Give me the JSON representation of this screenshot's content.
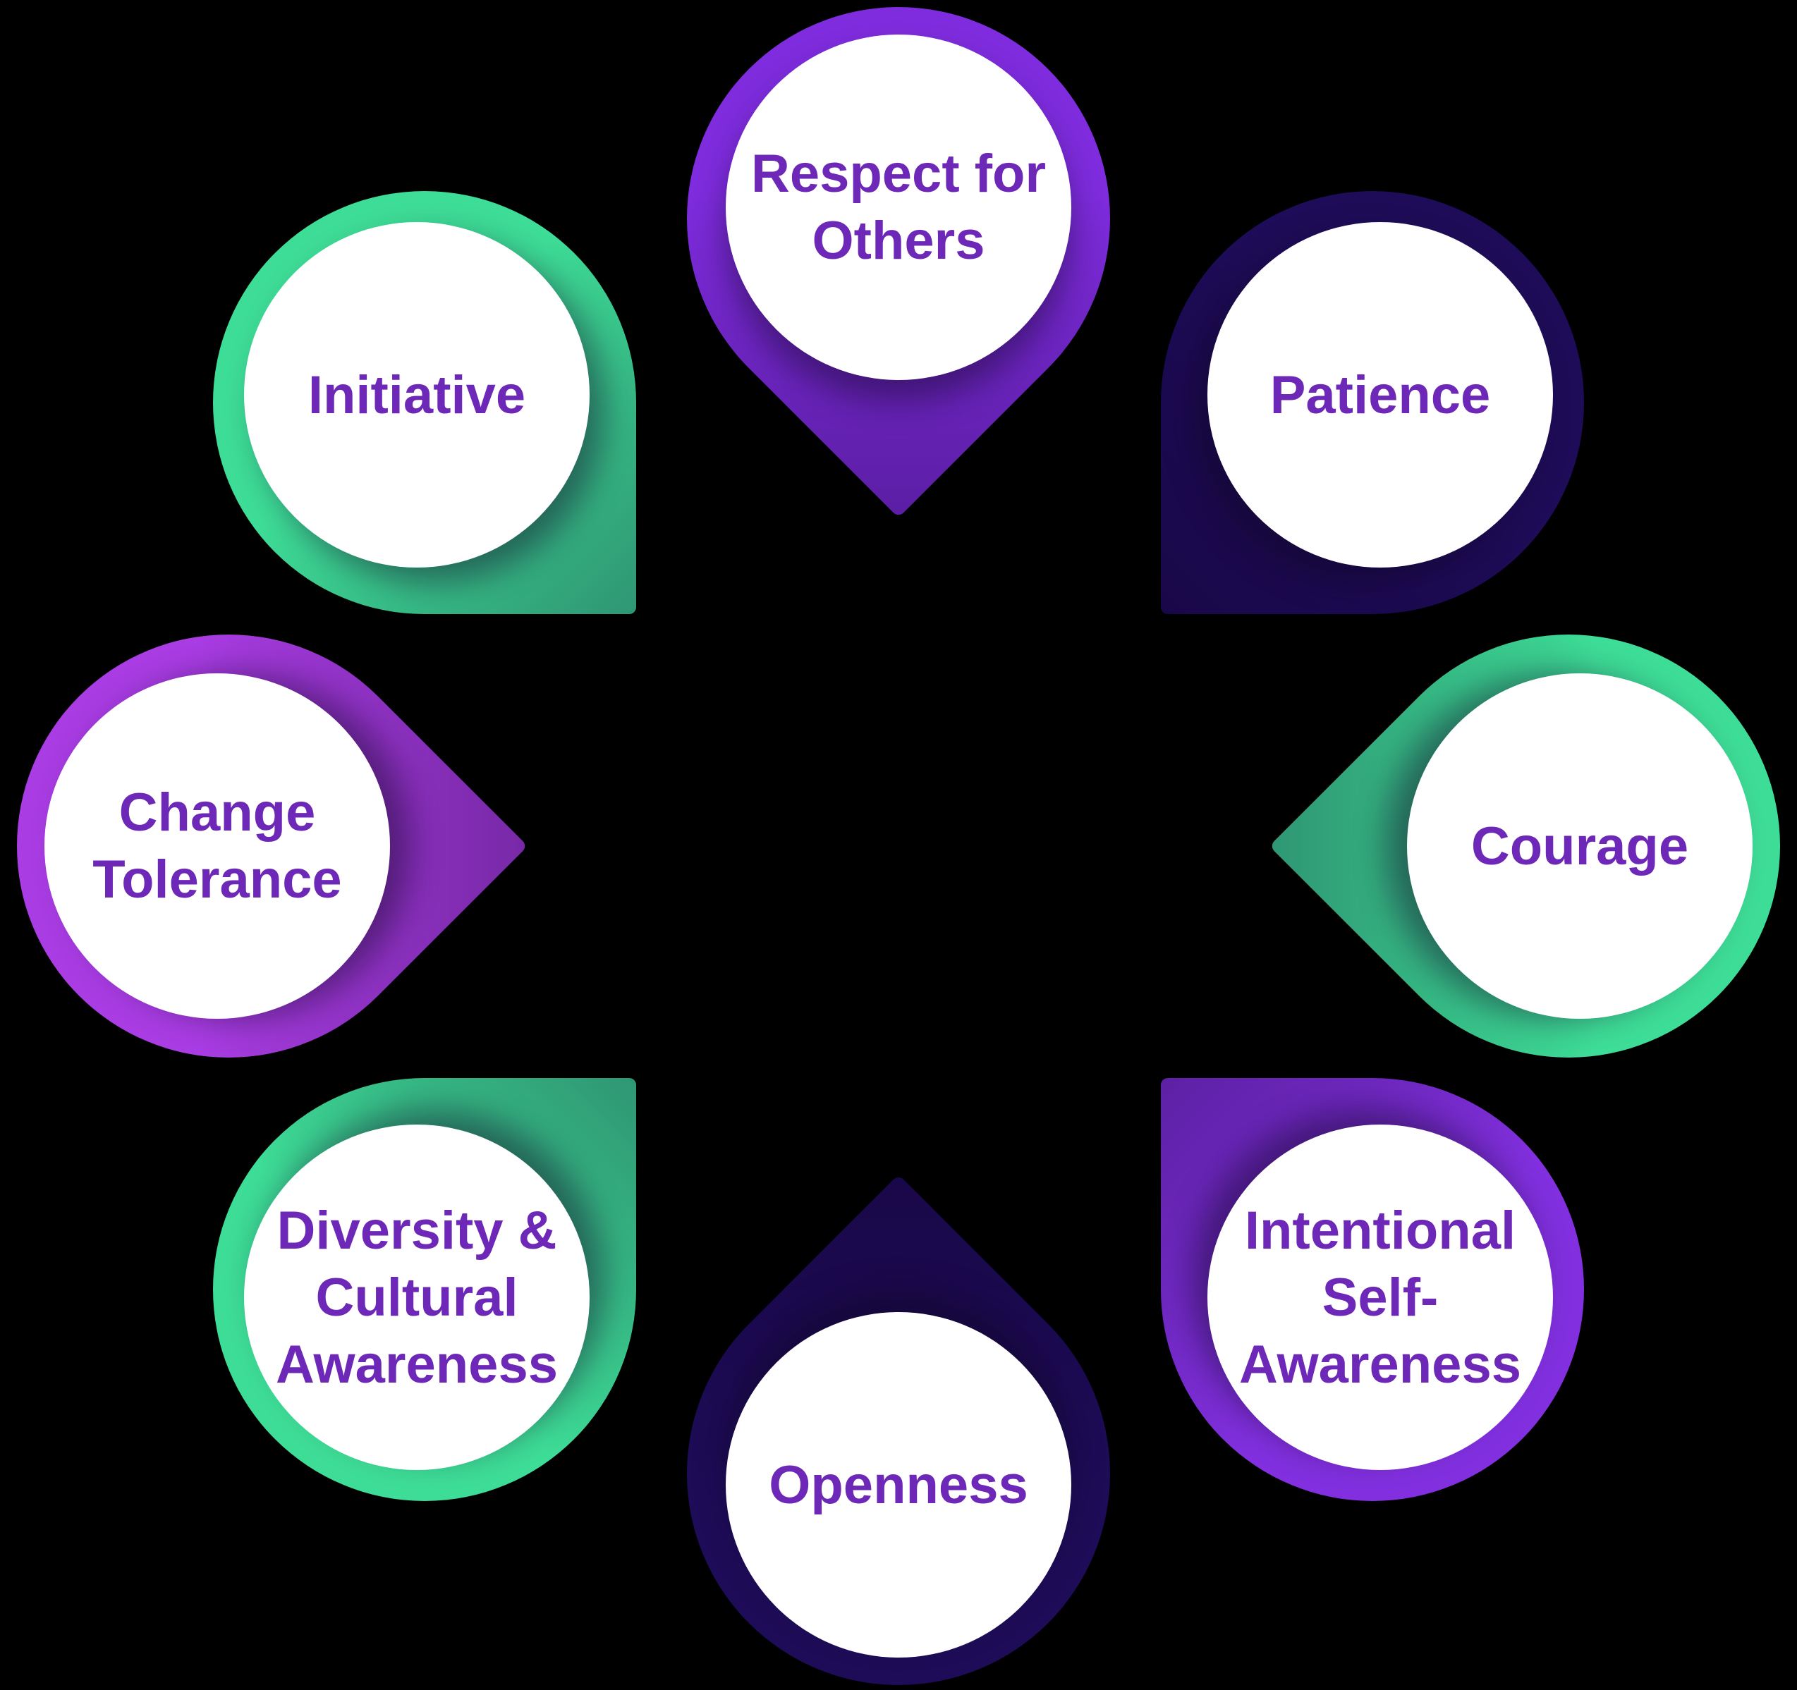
{
  "diagram": {
    "background_color": "#000000",
    "text_color": "#6D28B8",
    "items": [
      {
        "id": "respect-for-others",
        "label": "Respect for\nOthers",
        "position": "top",
        "color": "#7F2CDE"
      },
      {
        "id": "patience",
        "label": "Patience",
        "position": "top-right",
        "color": "#1E0C58"
      },
      {
        "id": "courage",
        "label": "Courage",
        "position": "right",
        "color": "#3EDD97"
      },
      {
        "id": "intentional-self-awareness",
        "label": "Intentional\nSelf-\nAwareness",
        "position": "bottom-right",
        "color": "#8230DF"
      },
      {
        "id": "openness",
        "label": "Openness",
        "position": "bottom",
        "color": "#1E0C58"
      },
      {
        "id": "diversity-cultural-awareness",
        "label": "Diversity &\nCultural\nAwareness",
        "position": "bottom-left",
        "color": "#3EDD97"
      },
      {
        "id": "change-tolerance",
        "label": "Change\nTolerance",
        "position": "left",
        "color": "#A93CE3"
      },
      {
        "id": "initiative",
        "label": "Initiative",
        "position": "top-left",
        "color": "#3EDD97"
      }
    ]
  }
}
